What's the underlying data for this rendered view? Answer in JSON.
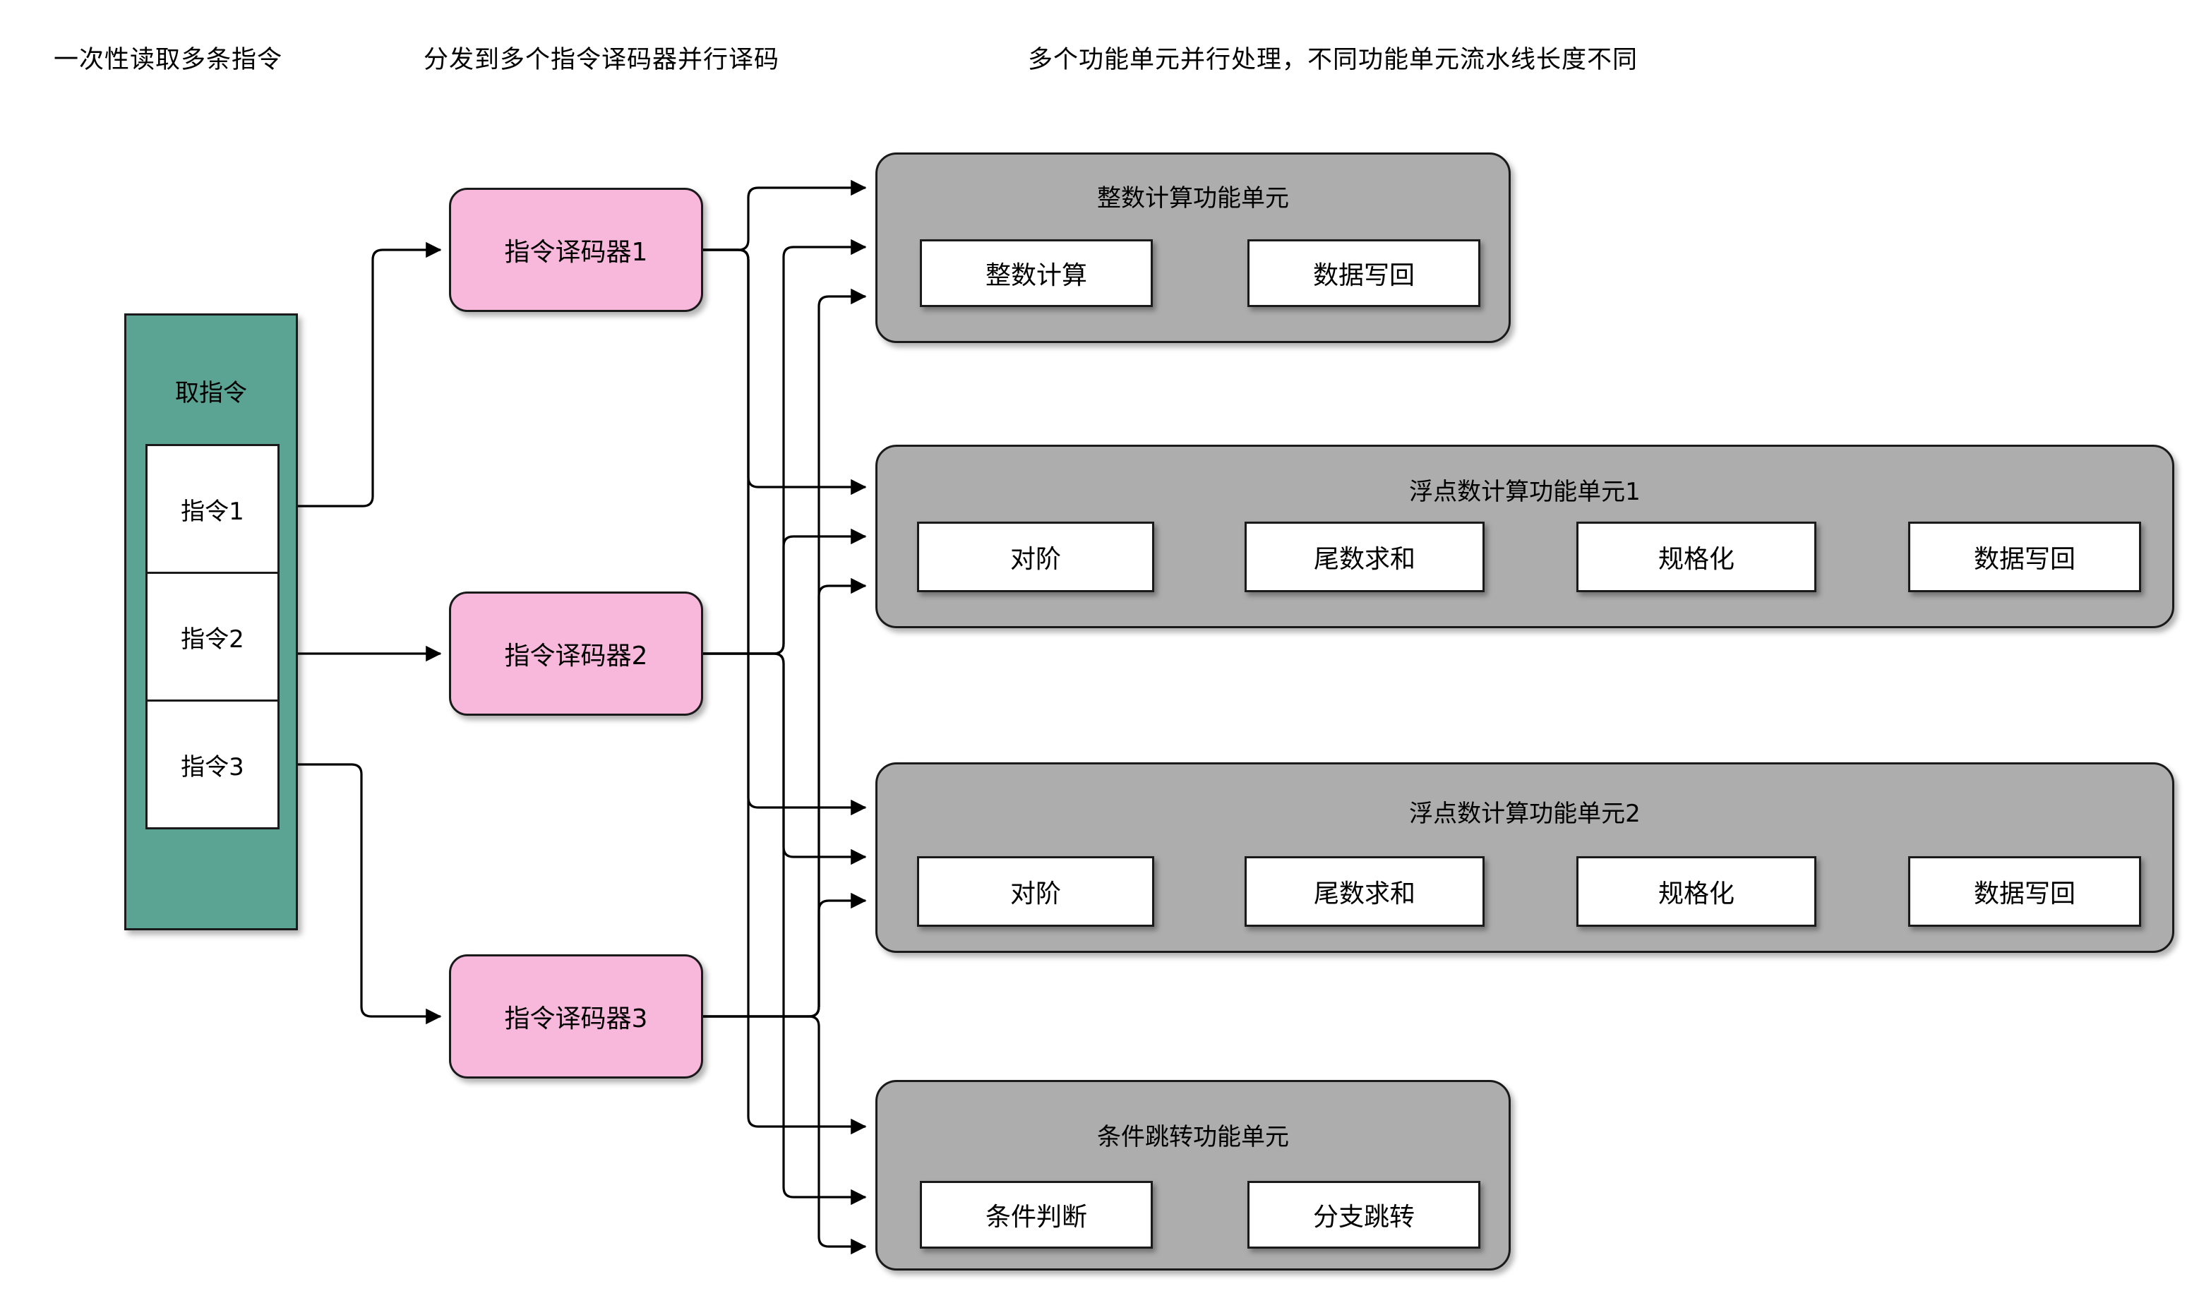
{
  "annotations": [
    {
      "text": "一次性读取多条指令"
    },
    {
      "text": "分发到多个指令译码器并行译码"
    },
    {
      "text": "多个功能单元并行处理，不同功能单元流水线长度不同"
    }
  ],
  "fetch": {
    "title": "取指令",
    "instructions": [
      "指令1",
      "指令2",
      "指令3"
    ]
  },
  "decoders": [
    "指令译码器1",
    "指令译码器2",
    "指令译码器3"
  ],
  "functional_units": [
    {
      "title": "整数计算功能单元",
      "stages": [
        "整数计算",
        "数据写回"
      ]
    },
    {
      "title": "浮点数计算功能单元1",
      "stages": [
        "对阶",
        "尾数求和",
        "规格化",
        "数据写回"
      ]
    },
    {
      "title": "浮点数计算功能单元2",
      "stages": [
        "对阶",
        "尾数求和",
        "规格化",
        "数据写回"
      ]
    },
    {
      "title": "条件跳转功能单元",
      "stages": [
        "条件判断",
        "分支跳转"
      ]
    }
  ],
  "colors": {
    "fetch_fill": "#5BA393",
    "decoder_fill": "#F8B8DC",
    "unit_fill": "#ADADAD",
    "stage_fill": "#FFFFFF",
    "line": "#000000",
    "bg": "#FFFFFF"
  }
}
